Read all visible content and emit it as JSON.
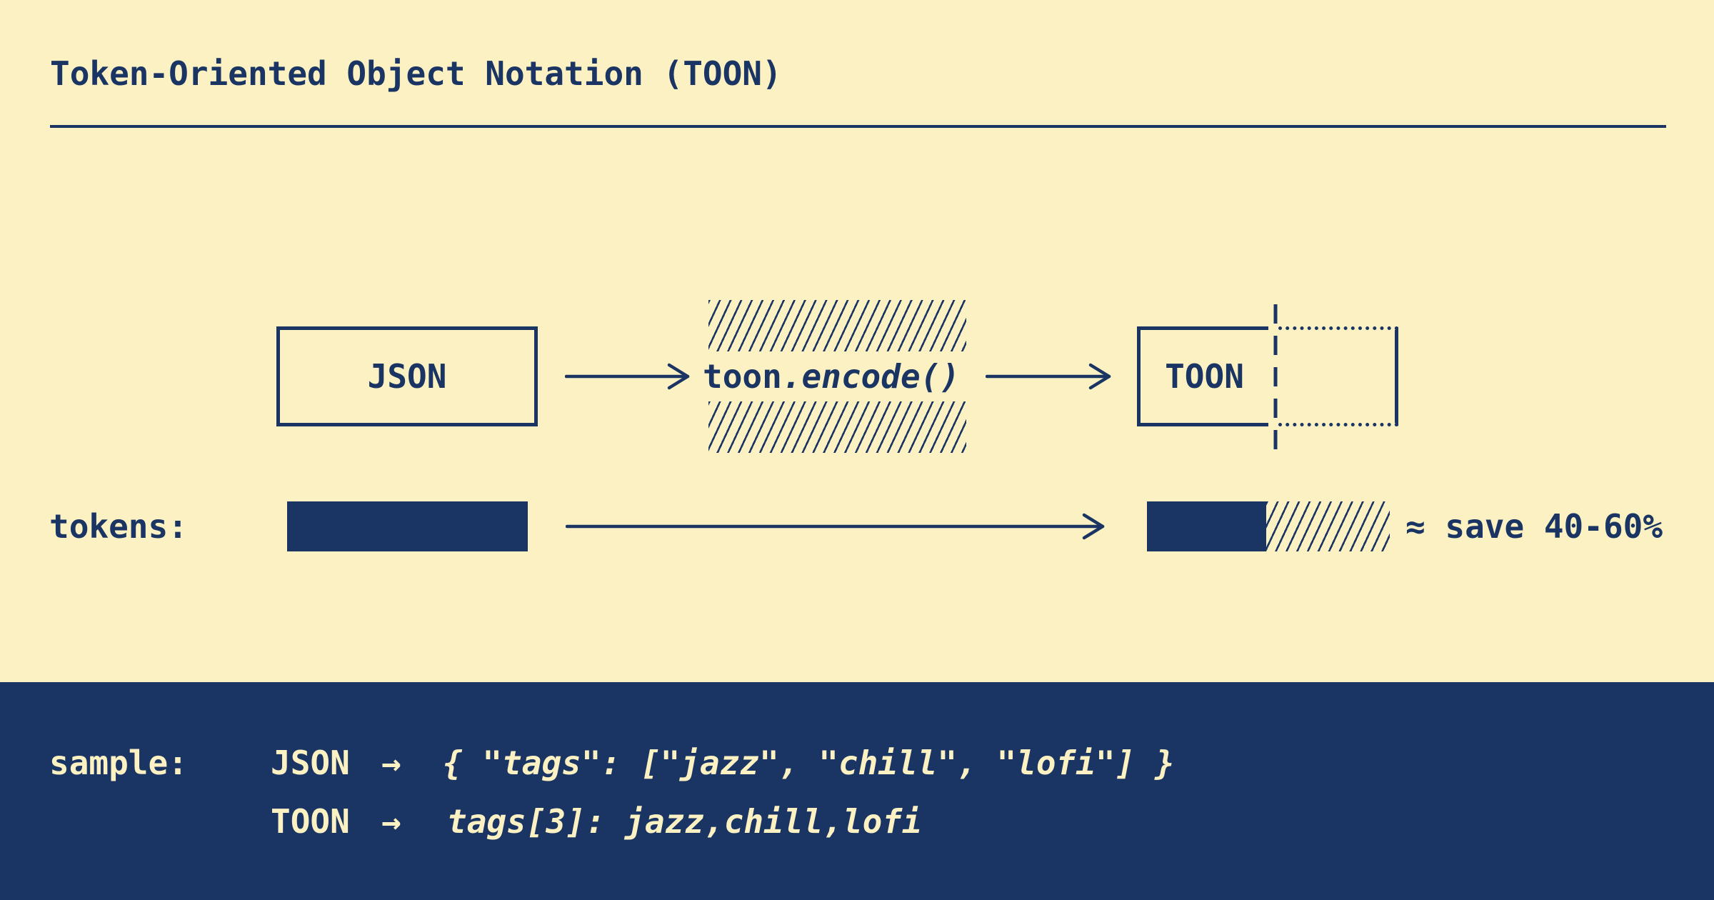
{
  "palette": {
    "background_cream": "#FBF1C2",
    "ink_navy": "#1A3563"
  },
  "title": "Token-Oriented Object Notation (TOON)",
  "flow": {
    "input_box_label": "JSON",
    "encoder_plain": "toon",
    "encoder_italic": ".encode()",
    "output_box_label": "TOON"
  },
  "tokens_row": {
    "label": "tokens:",
    "savings_note": "≈ save 40-60%"
  },
  "sample_section": {
    "label": "sample:",
    "rows": [
      {
        "format": "JSON",
        "arrow": "→",
        "code": "{ \"tags\": [\"jazz\", \"chill\", \"lofi\"] }"
      },
      {
        "format": "TOON",
        "arrow": "→",
        "code": "tags[3]: jazz,chill,lofi"
      }
    ]
  }
}
